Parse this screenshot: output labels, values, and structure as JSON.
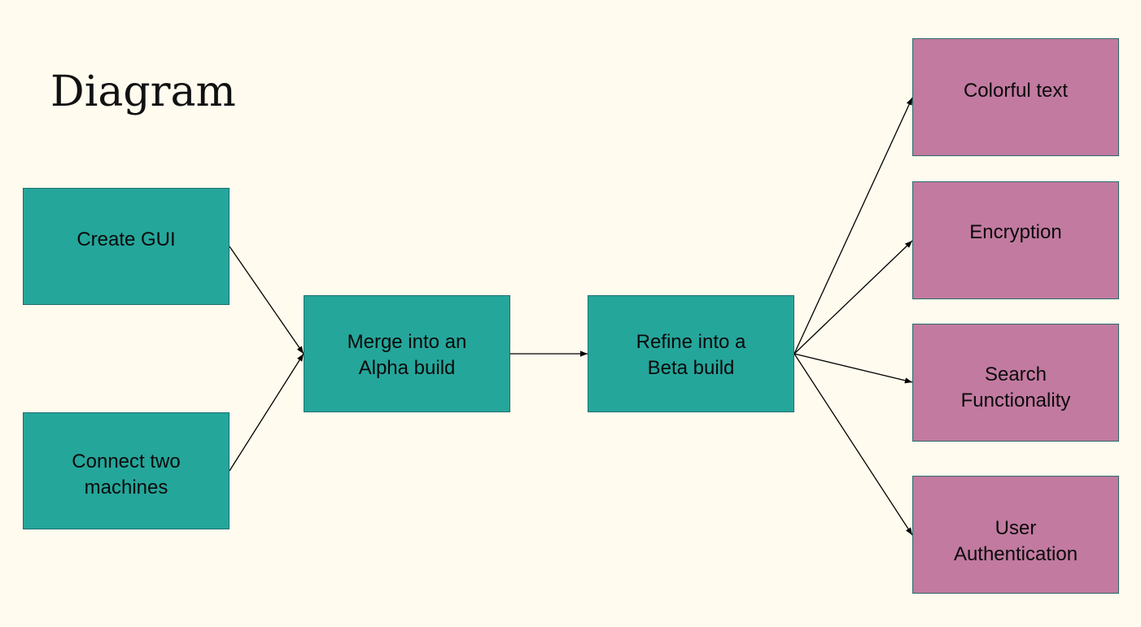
{
  "diagram": {
    "title": "Diagram",
    "colors": {
      "background": "#fffbee",
      "process_node": "#25a69b",
      "feature_node": "#c27aa0",
      "edge": "#000000"
    },
    "nodes": {
      "create_gui": "Create GUI",
      "connect_machines": "Connect two machines",
      "merge_alpha": "Merge into an Alpha build",
      "refine_beta": "Refine into a Beta build",
      "colorful_text": "Colorful text",
      "encryption": "Encryption",
      "search": "Search Functionality",
      "user_auth": "User Authentication"
    },
    "edges": [
      {
        "from": "Create GUI",
        "to": "Merge into an Alpha build"
      },
      {
        "from": "Connect two machines",
        "to": "Merge into an Alpha build"
      },
      {
        "from": "Merge into an Alpha build",
        "to": "Refine into a Beta build"
      },
      {
        "from": "Refine into a Beta build",
        "to": "Colorful text"
      },
      {
        "from": "Refine into a Beta build",
        "to": "Encryption"
      },
      {
        "from": "Refine into a Beta build",
        "to": "Search Functionality"
      },
      {
        "from": "Refine into a Beta build",
        "to": "User Authentication"
      }
    ]
  }
}
